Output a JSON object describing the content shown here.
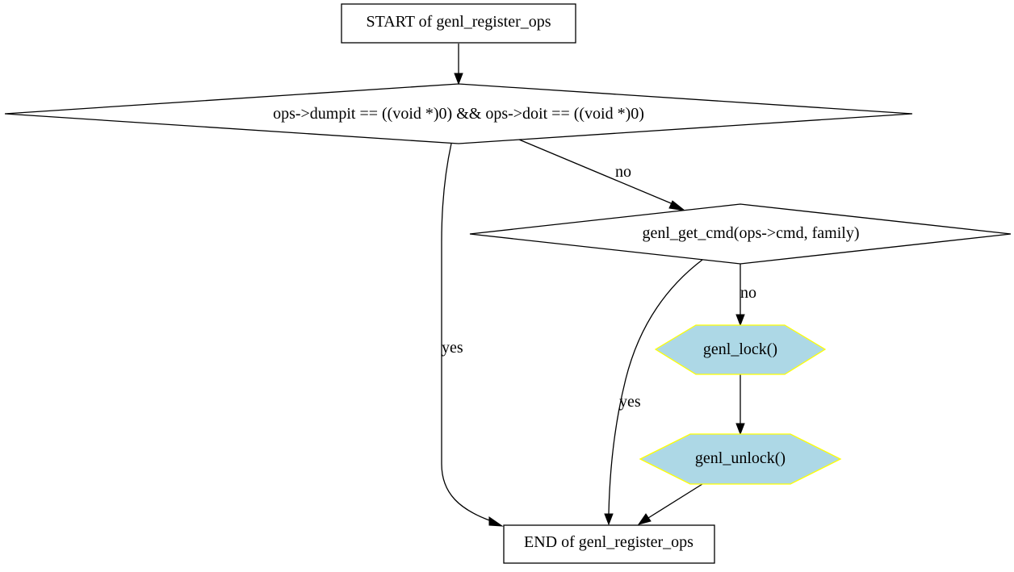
{
  "diagram": {
    "nodes": {
      "start": {
        "label": "START of genl_register_ops",
        "shape": "box"
      },
      "cond1": {
        "label": "ops->dumpit == ((void *)0) && ops->doit == ((void *)0)",
        "shape": "diamond"
      },
      "cond2": {
        "label": "genl_get_cmd(ops->cmd, family)",
        "shape": "diamond"
      },
      "lock": {
        "label": "genl_lock()",
        "shape": "hexagon"
      },
      "unlock": {
        "label": "genl_unlock()",
        "shape": "hexagon"
      },
      "end": {
        "label": "END of genl_register_ops",
        "shape": "box"
      }
    },
    "edges": [
      {
        "from": "start",
        "to": "cond1",
        "label": ""
      },
      {
        "from": "cond1",
        "to": "cond2",
        "label": "no"
      },
      {
        "from": "cond1",
        "to": "end",
        "label": "yes"
      },
      {
        "from": "cond2",
        "to": "lock",
        "label": "no"
      },
      {
        "from": "cond2",
        "to": "end",
        "label": "yes"
      },
      {
        "from": "lock",
        "to": "unlock",
        "label": ""
      },
      {
        "from": "unlock",
        "to": "end",
        "label": ""
      }
    ],
    "colors": {
      "hexagon_fill": "#add8e6",
      "hexagon_stroke": "#ffff00",
      "line": "#000000"
    }
  }
}
